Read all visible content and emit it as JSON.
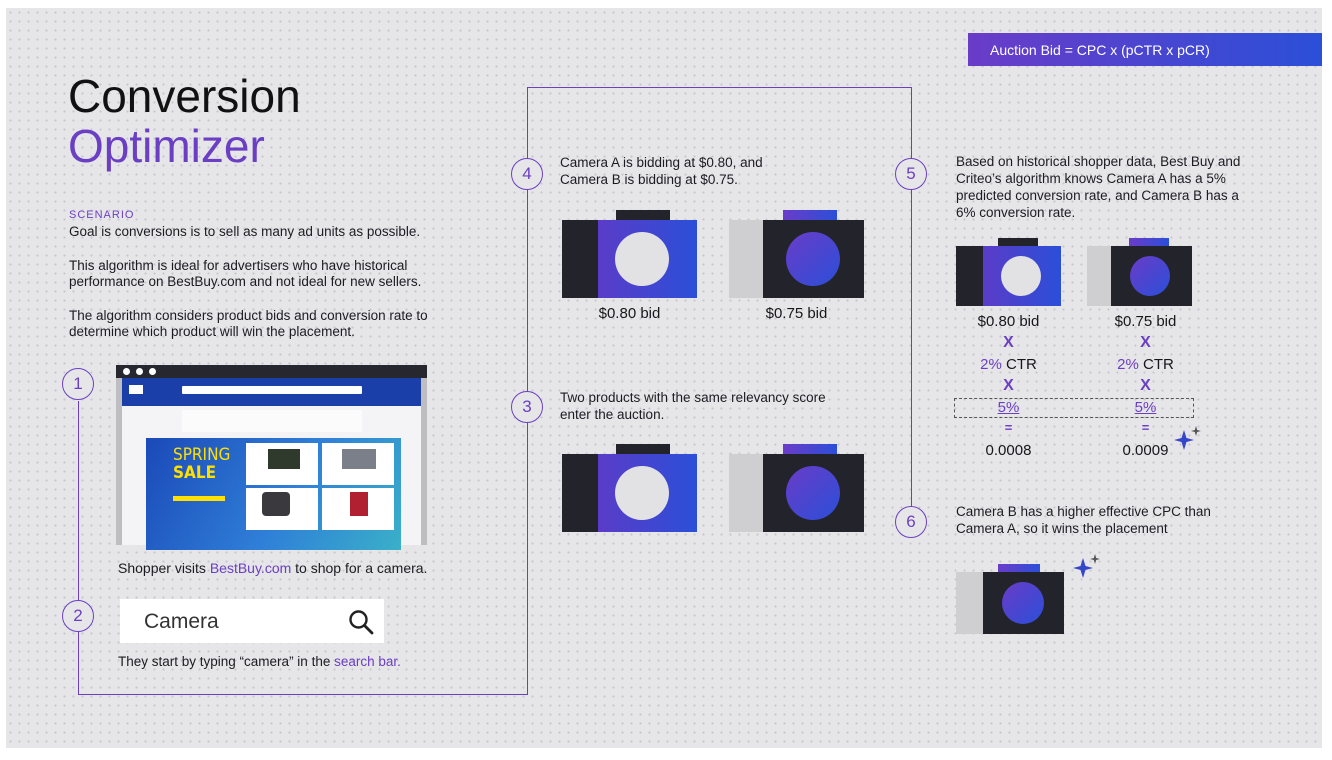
{
  "formula": "Auction Bid = CPC x (pCTR x pCR)",
  "title": {
    "line1": "Conversion",
    "line2": "Optimizer"
  },
  "scenario": {
    "label": "SCENARIO",
    "p1": "Goal is conversions is to sell as many ad units as possible.",
    "p2a": "This algorithm is ideal for advertisers who have historical",
    "p2b": "performance on BestBuy.com and not ideal for new sellers.",
    "p3a": "The algorithm considers product bids and conversion rate to",
    "p3b": "determine which product will win the placement."
  },
  "steps": {
    "s1": {
      "num": "1",
      "text_before": "Shopper visits ",
      "link": "BestBuy.com",
      "text_after": " to shop for a camera."
    },
    "s2": {
      "num": "2",
      "search_value": "Camera",
      "text_before": "They start by typing “camera” in the ",
      "link": "search bar."
    },
    "s3": {
      "num": "3",
      "line1": "Two products with the same relevancy score",
      "line2": "enter the auction."
    },
    "s4": {
      "num": "4",
      "line1": "Camera A is bidding at $0.80, and",
      "line2": "Camera B is bidding at $0.75.",
      "bid_a": "$0.80 bid",
      "bid_b": "$0.75 bid"
    },
    "s5": {
      "num": "5",
      "line1": "Based on historical shopper data, Best Buy and",
      "line2": "Criteo’s algorithm knows Camera A has a 5%",
      "line3": "predicted conversion rate, and Camera B has a",
      "line4": "6% conversion rate."
    },
    "s6": {
      "num": "6",
      "line1": "Camera B has a higher effective CPC than",
      "line2": "Camera A, so it wins the placement"
    }
  },
  "calc": {
    "a": {
      "bid": "$0.80 bid",
      "ctr_pct": "2%",
      "ctr_suffix": " CTR",
      "cvr": "5%",
      "result": "0.0008"
    },
    "b": {
      "bid": "$0.75 bid",
      "ctr_pct": "2%",
      "ctr_suffix": " CTR",
      "cvr": "5%",
      "result": "0.0009"
    },
    "times": "X",
    "equals": "="
  },
  "bestbuy": {
    "banner1": "SPRING",
    "banner2": "SALE"
  },
  "colors": {
    "purple": "#6b3fc3",
    "blue": "#2b4fd8",
    "dark": "#23232b"
  }
}
